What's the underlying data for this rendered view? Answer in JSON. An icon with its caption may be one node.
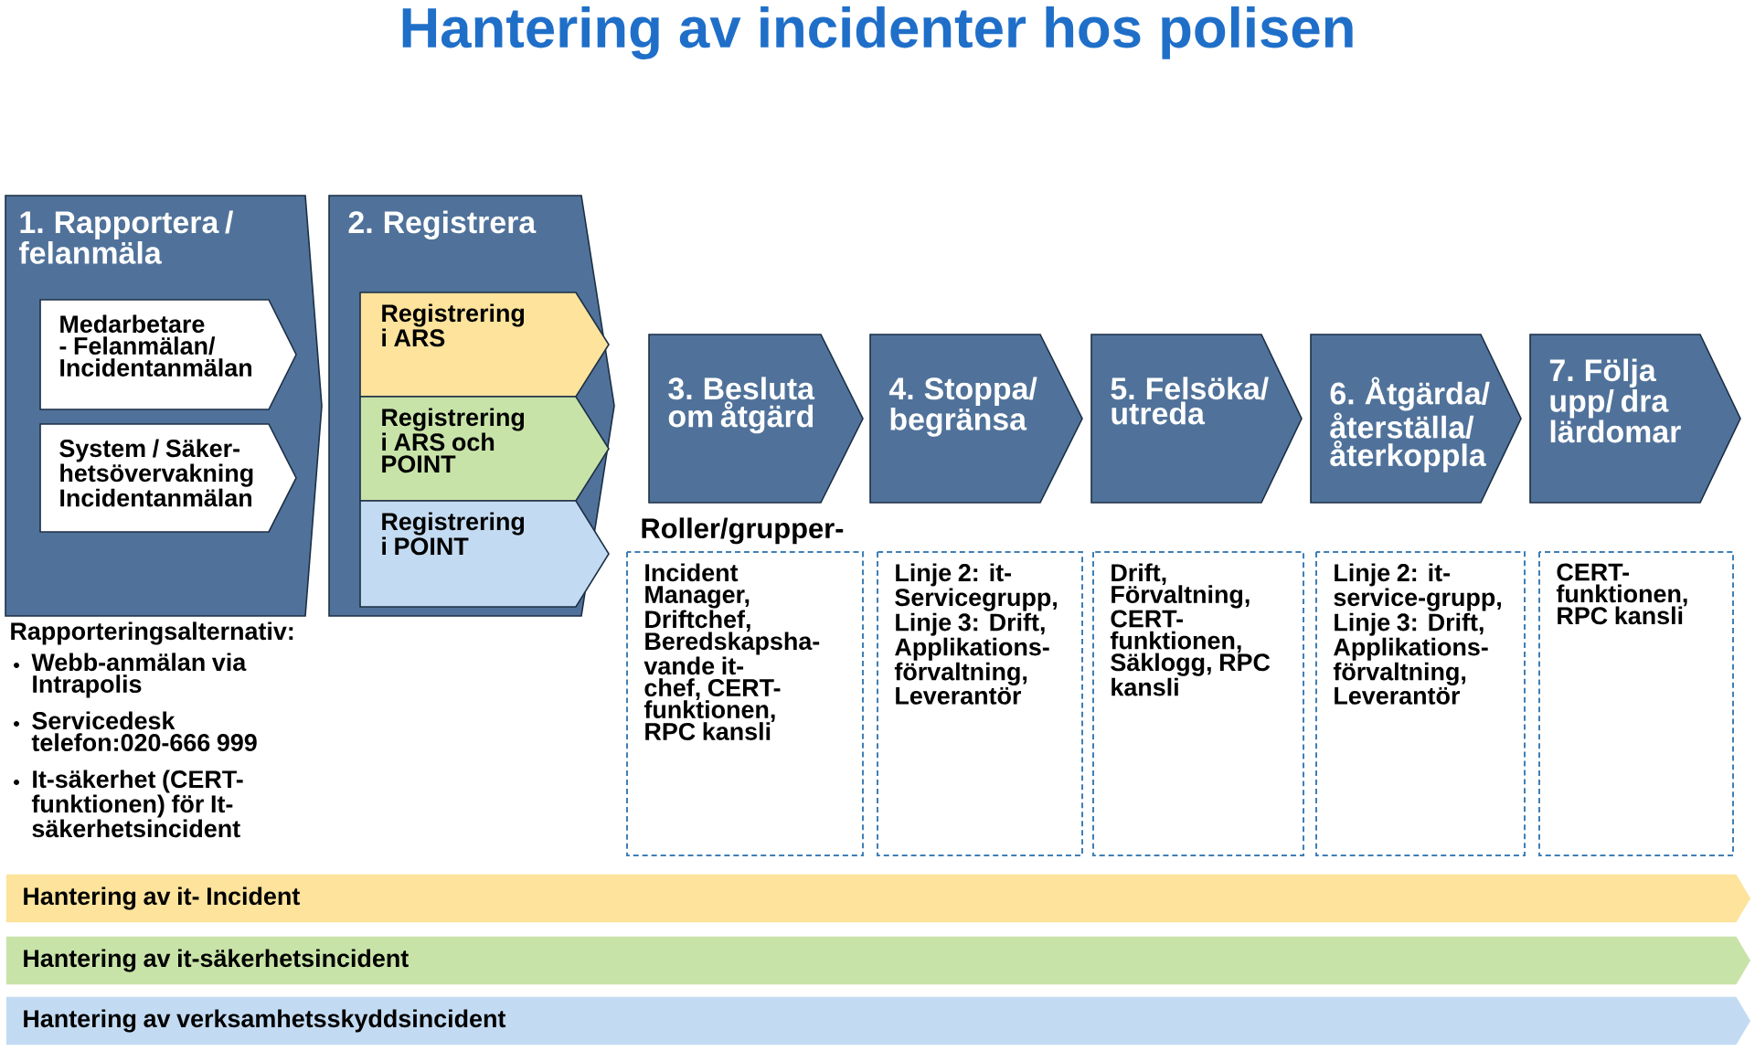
{
  "diagram": {
    "title": "Hantering av incidenter hos polisen",
    "nodes": [
      {
        "text": [
          "1. Rapportera / felanmäla"
        ]
      },
      {
        "text": [
          "Medarbetare - Felanmälan/ Incidentanmälan"
        ],
        "in": 0
      },
      {
        "text": [
          "System / Säker-hetsövervakning Incidentanmälan"
        ],
        "in": 0
      },
      {
        "text": [
          "2. Registrera"
        ]
      },
      {
        "text": [
          "Registrering i ARS"
        ],
        "in": 3
      },
      {
        "text": [
          "Registrering i ARS och POINT"
        ],
        "in": 3
      },
      {
        "text": [
          "Registrering i POINT"
        ],
        "in": 3
      },
      {
        "text": [
          "3. Besluta om åtgärd"
        ]
      },
      {
        "text": [
          "4. Stoppa/ begränsa"
        ]
      },
      {
        "text": [
          "5. Felsöka/ utreda"
        ]
      },
      {
        "text": [
          "6. Åtgärda/ återställa/ återkoppla"
        ]
      },
      {
        "text": [
          "7. Följa upp/ dra lärdomar"
        ]
      },
      {
        "text": [
          "Incident Manager, Driftchef, Beredskapsha-vande it-chef, CERT-funktionen, RPC kansli"
        ]
      },
      {
        "text": [
          "Linje 2: it-Servicegrupp, Linje 3: Drift, Applikations-förvaltning, Leverantör"
        ]
      },
      {
        "text": [
          "Drift, Förvaltning, CERT-funktionen, Säklogg, RPC kansli"
        ]
      },
      {
        "text": [
          "Linje 2: it-service-grupp, Linje 3: Drift, Applikations-förvaltning, Leverantör"
        ]
      },
      {
        "text": [
          "CERT-funktionen, RPC kansli"
        ]
      },
      {
        "text": [
          "Hantering av it- Incident"
        ]
      },
      {
        "text": [
          "Hantering av it-säkerhetsincident"
        ]
      },
      {
        "text": [
          "Hantering av verksamhetsskyddsincident"
        ]
      }
    ],
    "labels": [
      "Rapporteringsalternativ:",
      "Webb-anmälan via Intrapolis",
      "Servicedesk telefon:020-666 999",
      "It-säkerhet (CERT-funktionen) för It-säkerhetsincident",
      "Roller/grupper-"
    ]
  }
}
